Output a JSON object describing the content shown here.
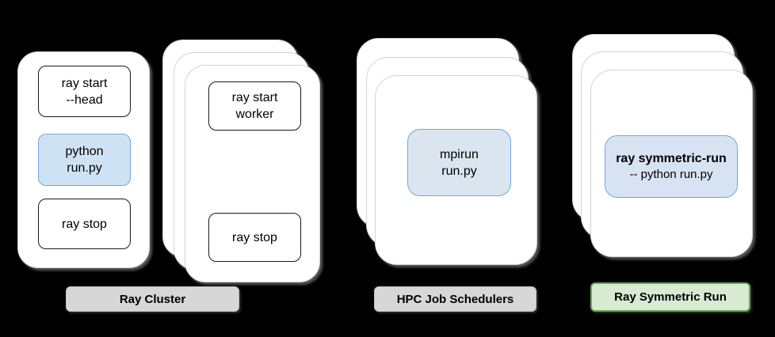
{
  "colors": {
    "bg": "#000000",
    "card-fill": "#ffffff",
    "card-border": "#d4d4d4",
    "box-border": "#1a1a1a",
    "blue1-fill": "#cfe2f3",
    "blue3-fill": "#dbe5f0",
    "blue4-fill": "#d7e3f3",
    "blue-border": "#6fa8dc",
    "gray-fill": "#d7d7d7",
    "gray-border": "#c2c2c2",
    "green-fill": "#d9ead3",
    "green-border": "#6aa84f"
  },
  "diagram": {
    "head_card": {
      "ray_start_head": "ray start\n--head",
      "python_run": "python\nrun.py",
      "ray_stop": "ray stop"
    },
    "worker_card": {
      "ray_start_worker": "ray start\nworker",
      "ray_stop": "ray stop"
    },
    "hpc_card": {
      "mpirun": "mpirun\nrun.py"
    },
    "symmetric_card": {
      "title": "ray symmetric-run",
      "subtitle": "-- python run.py"
    },
    "labels": {
      "ray_cluster": "Ray Cluster",
      "hpc": "HPC Job Schedulers",
      "symmetric": "Ray Symmetric Run"
    }
  }
}
